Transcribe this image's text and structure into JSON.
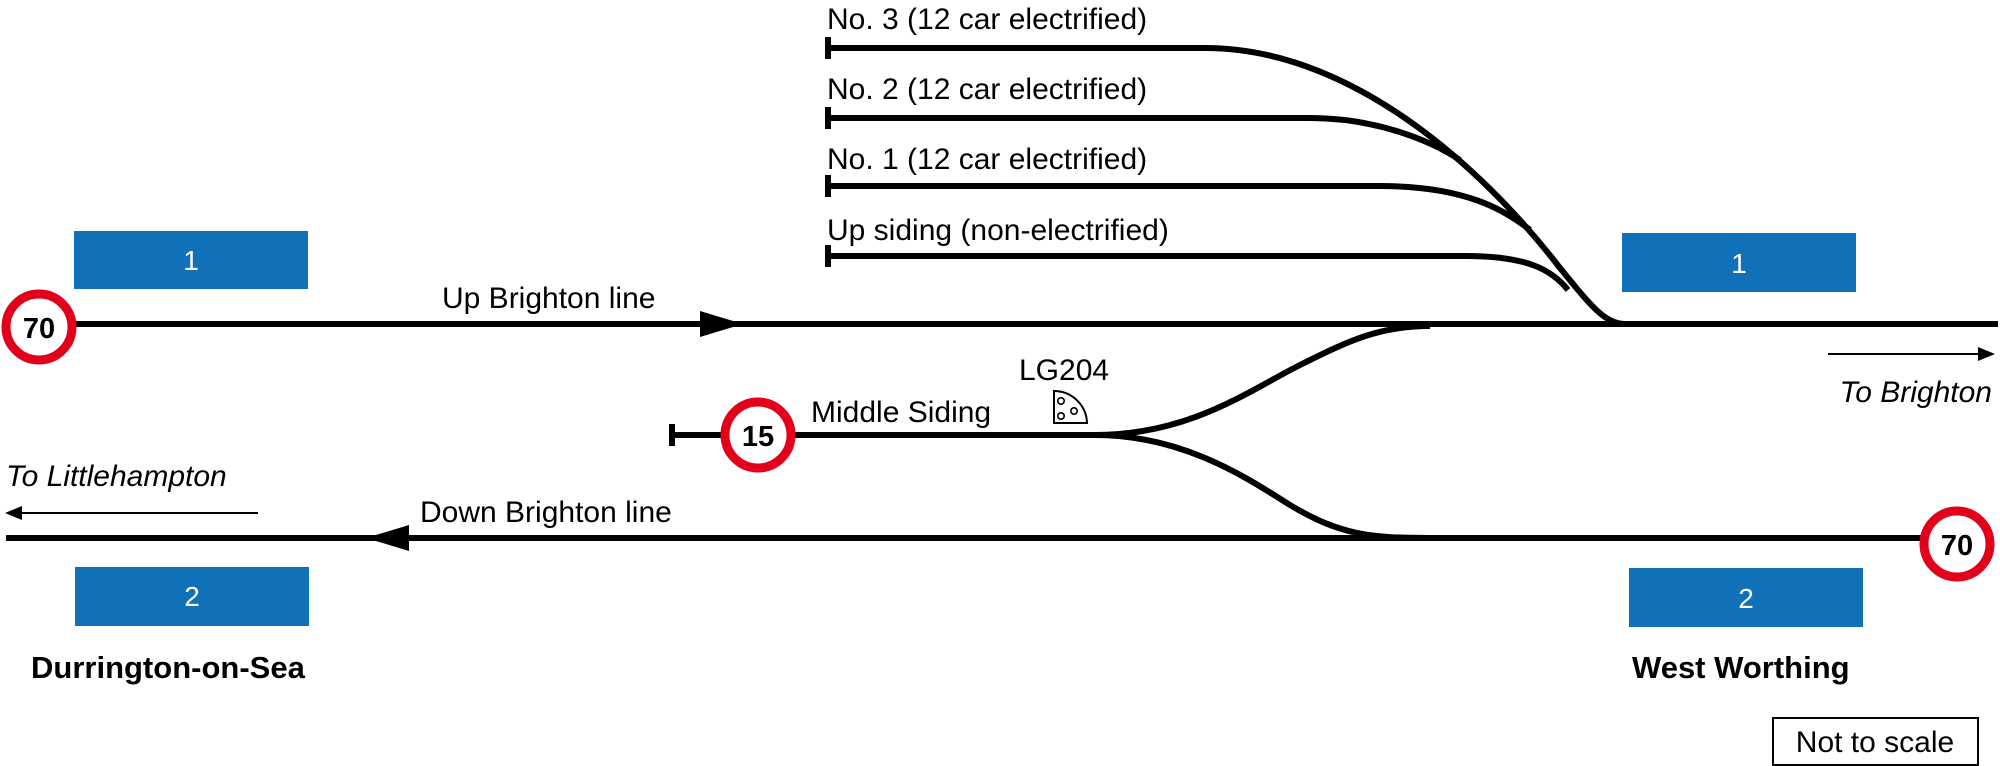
{
  "sidings": {
    "no3": "No. 3 (12 car electrified)",
    "no2": "No. 2 (12 car electrified)",
    "no1": "No. 1 (12 car electrified)",
    "up": "Up siding (non-electrified)"
  },
  "lines": {
    "up": "Up Brighton line",
    "down": "Down Brighton line",
    "middle": "Middle Siding"
  },
  "signal": "LG204",
  "directions": {
    "east": "To Brighton",
    "west": "To Littlehampton"
  },
  "stations": {
    "west": "Durrington-on-Sea",
    "east": "West Worthing"
  },
  "platforms": {
    "west_up": "1",
    "west_down": "2",
    "east_up": "1",
    "east_down": "2"
  },
  "speed_limits": {
    "up_start": "70",
    "middle": "15",
    "down_end": "70"
  },
  "note": "Not to scale",
  "colors": {
    "platform": "#1070b8",
    "speed_ring": "#e2001a",
    "track": "#000000"
  }
}
